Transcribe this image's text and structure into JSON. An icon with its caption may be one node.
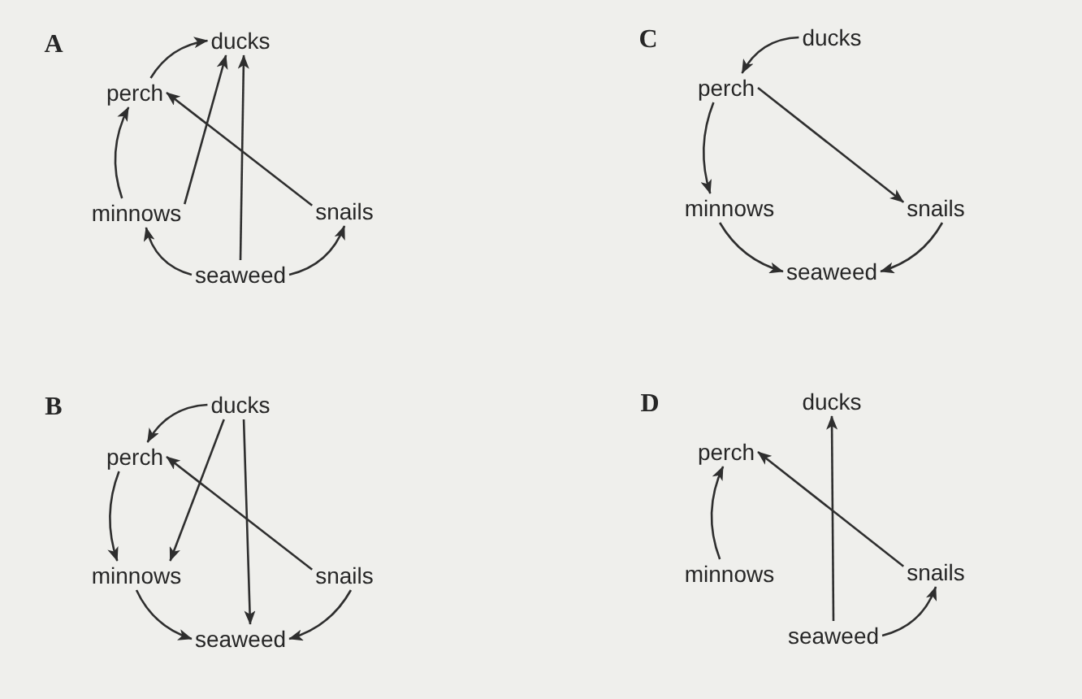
{
  "diagram": {
    "nodes": [
      {
        "text": [
          "ducks"
        ]
      },
      {
        "text": [
          "perch"
        ]
      },
      {
        "text": [
          "minnows"
        ]
      },
      {
        "text": [
          "snails"
        ]
      },
      {
        "text": [
          "seaweed"
        ]
      },
      {
        "text": [
          "ducks"
        ]
      },
      {
        "text": [
          "perch"
        ]
      },
      {
        "text": [
          "minnows"
        ]
      },
      {
        "text": [
          "snails"
        ]
      },
      {
        "text": [
          "seaweed"
        ]
      },
      {
        "text": [
          "ducks"
        ]
      },
      {
        "text": [
          "perch"
        ]
      },
      {
        "text": [
          "minnows"
        ]
      },
      {
        "text": [
          "snails"
        ]
      },
      {
        "text": [
          "seaweed"
        ]
      },
      {
        "text": [
          "ducks"
        ]
      },
      {
        "text": [
          "perch"
        ]
      },
      {
        "text": [
          "minnows"
        ]
      },
      {
        "text": [
          "snails"
        ]
      },
      {
        "text": [
          "seaweed"
        ]
      }
    ],
    "edges": [
      {
        "from": 1,
        "to": 0,
        "arrow": "to"
      },
      {
        "from": 2,
        "to": 1,
        "arrow": "to"
      },
      {
        "from": 4,
        "to": 2,
        "arrow": "to"
      },
      {
        "from": 4,
        "to": 3,
        "arrow": "to"
      },
      {
        "from": 2,
        "to": 0,
        "arrow": "to"
      },
      {
        "from": 4,
        "to": 0,
        "arrow": "to"
      },
      {
        "from": 3,
        "to": 1,
        "arrow": "to"
      },
      {
        "from": 5,
        "to": 6,
        "arrow": "to"
      },
      {
        "from": 6,
        "to": 7,
        "arrow": "to"
      },
      {
        "from": 6,
        "to": 8,
        "arrow": "to"
      },
      {
        "from": 7,
        "to": 9,
        "arrow": "to"
      },
      {
        "from": 8,
        "to": 9,
        "arrow": "to"
      },
      {
        "from": 10,
        "to": 11,
        "arrow": "to"
      },
      {
        "from": 11,
        "to": 12,
        "arrow": "to"
      },
      {
        "from": 10,
        "to": 12,
        "arrow": "to"
      },
      {
        "from": 10,
        "to": 14,
        "arrow": "to"
      },
      {
        "from": 13,
        "to": 11,
        "arrow": "to"
      },
      {
        "from": 12,
        "to": 14,
        "arrow": "to"
      },
      {
        "from": 13,
        "to": 14,
        "arrow": "to"
      },
      {
        "from": 19,
        "to": 15,
        "arrow": "to"
      },
      {
        "from": 18,
        "to": 16,
        "arrow": "to"
      },
      {
        "from": 17,
        "to": 16,
        "arrow": "to"
      },
      {
        "from": 19,
        "to": 18,
        "arrow": "to"
      }
    ],
    "labels": [
      "A",
      "C",
      "B",
      "D"
    ]
  }
}
